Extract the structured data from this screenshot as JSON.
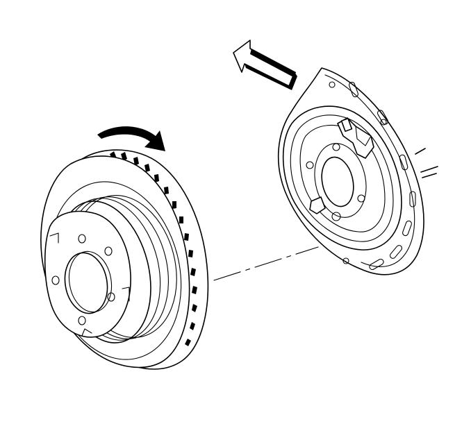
{
  "figure": {
    "background": "#ffffff",
    "line_color": "#000000",
    "parts": [
      "brake-rotor",
      "parking-brake-shoe-assembly"
    ],
    "indicators": [
      "rotation-arrow",
      "removal-direction-arrow",
      "centerline"
    ]
  }
}
